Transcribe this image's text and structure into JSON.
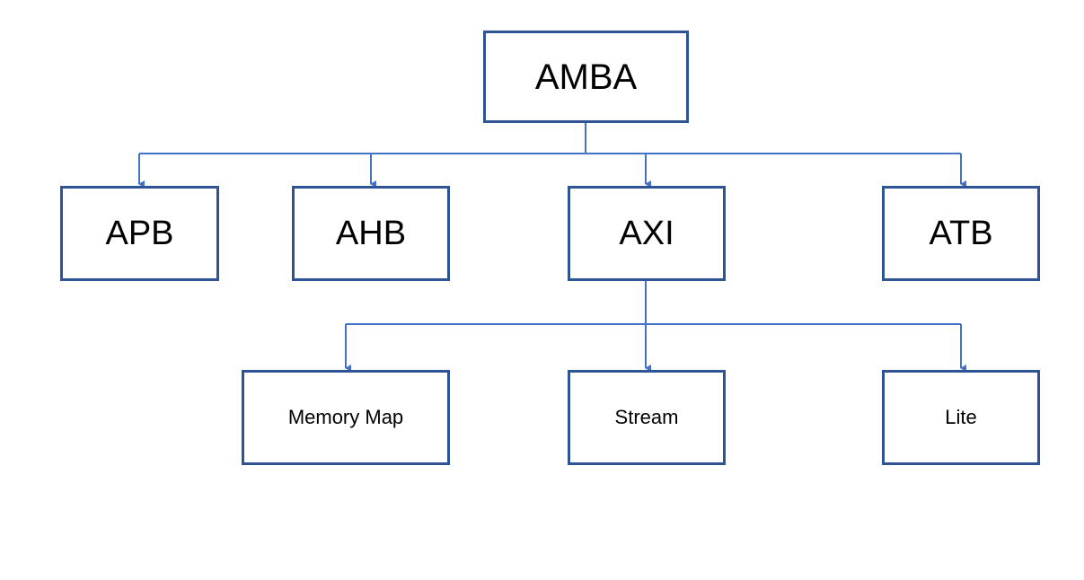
{
  "diagram": {
    "root": {
      "label": "AMBA"
    },
    "level1": [
      {
        "label": "APB"
      },
      {
        "label": "AHB"
      },
      {
        "label": "AXI"
      },
      {
        "label": "ATB"
      }
    ],
    "axi_children": [
      {
        "label": "Memory Map"
      },
      {
        "label": "Stream"
      },
      {
        "label": "Lite"
      }
    ]
  },
  "colors": {
    "box_border": "#2f5496",
    "connector": "#4472c4",
    "text": "#000000",
    "background": "#ffffff"
  }
}
